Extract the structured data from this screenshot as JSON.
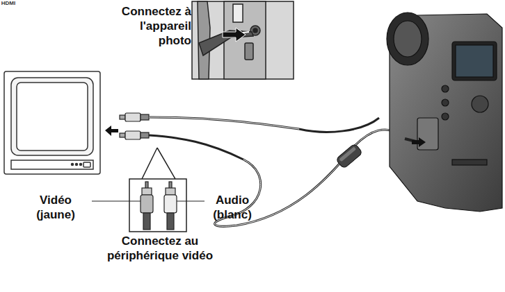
{
  "diagram": {
    "labels": [
      "Connectez à l'appareil photo",
      "Vidéo (jaune)",
      "Audio (blanc)",
      "Connectez au périphérique vidéo",
      "HDMI"
    ]
  }
}
